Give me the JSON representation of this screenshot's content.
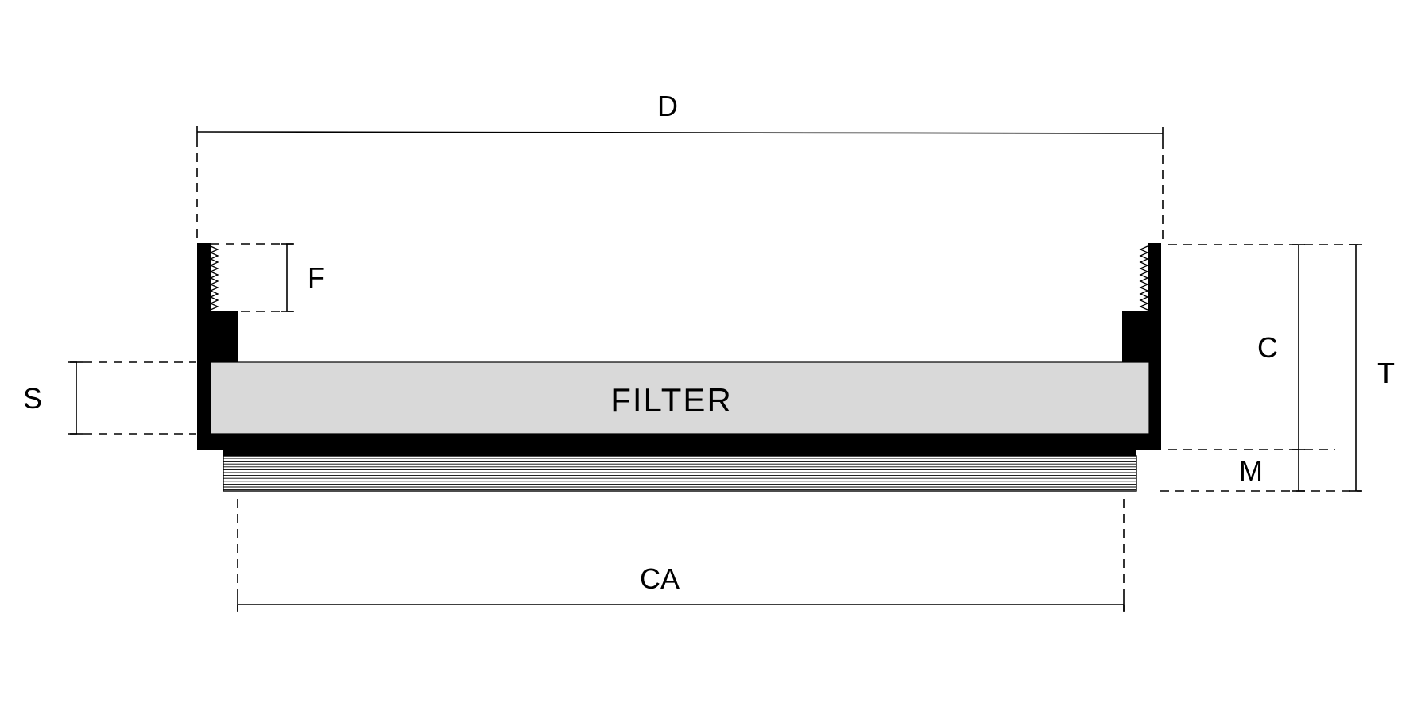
{
  "diagram": {
    "filter_label": "FILTER",
    "dimensions": {
      "D": "D",
      "F": "F",
      "S": "S",
      "C": "C",
      "T": "T",
      "M": "M",
      "CA": "CA"
    }
  }
}
